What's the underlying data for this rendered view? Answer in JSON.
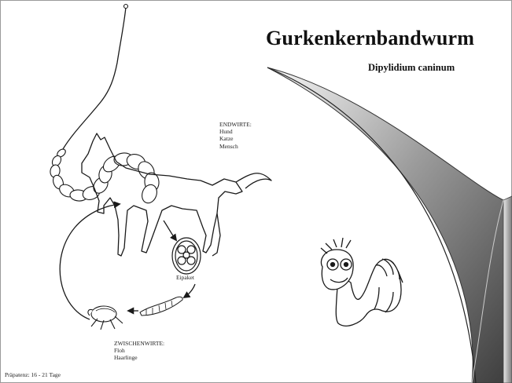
{
  "slide": {
    "title": "Gurkenkernbandwurm",
    "subtitle": "Dipylidium caninum",
    "definitive_hosts": {
      "heading": "ENDWIRTE:",
      "items": [
        "Hund",
        "Katze",
        "Mensch"
      ]
    },
    "intermediate_hosts": {
      "heading": "ZWISCHENWIRTE:",
      "items": [
        "Floh",
        "Haarlinge"
      ]
    },
    "egg_packet_label": "Eipaket",
    "prepatency": "Präpatenz: 16 - 21 Tage"
  },
  "colors": {
    "text": "#111111",
    "line": "#1a1a1a",
    "curl_dark": "#5a5a5a",
    "curl_light": "#f4f4f4",
    "frame_grey": "#9a9a9a"
  }
}
